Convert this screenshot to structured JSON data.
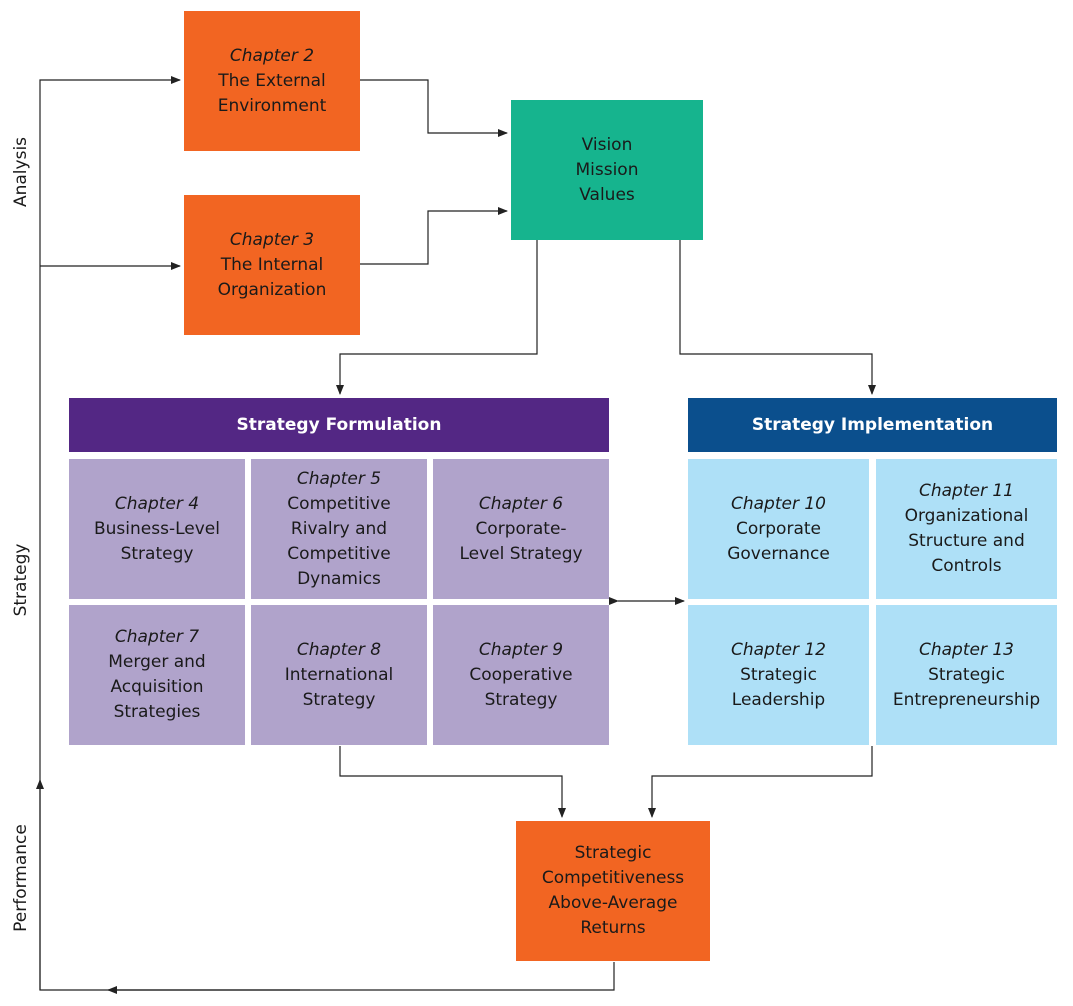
{
  "side_labels": {
    "analysis": "Analysis",
    "strategy": "Strategy",
    "performance": "Performance"
  },
  "analysis": {
    "external": {
      "chapter": "Chapter 2",
      "title": "The External Environment"
    },
    "internal": {
      "chapter": "Chapter 3",
      "title": "The Internal Organization"
    }
  },
  "vision": {
    "lines": [
      "Vision",
      "Mission",
      "Values"
    ]
  },
  "formulation": {
    "header": "Strategy Formulation",
    "chapters": [
      {
        "chapter": "Chapter 4",
        "title": "Business-Level Strategy"
      },
      {
        "chapter": "Chapter 5",
        "title": "Competitive Rivalry and Competitive Dynamics"
      },
      {
        "chapter": "Chapter 6",
        "title": "Corporate-Level Strategy"
      },
      {
        "chapter": "Chapter 7",
        "title": "Merger and Acquisition Strategies"
      },
      {
        "chapter": "Chapter 8",
        "title": "International Strategy"
      },
      {
        "chapter": "Chapter 9",
        "title": "Cooperative Strategy"
      }
    ]
  },
  "implementation": {
    "header": "Strategy Implementation",
    "chapters": [
      {
        "chapter": "Chapter 10",
        "title": "Corporate Governance"
      },
      {
        "chapter": "Chapter 11",
        "title": "Organizational Structure and Controls"
      },
      {
        "chapter": "Chapter 12",
        "title": "Strategic Leadership"
      },
      {
        "chapter": "Chapter 13",
        "title": "Strategic Entrepreneurship"
      }
    ]
  },
  "outcome": {
    "lines": [
      "Strategic",
      "Competitiveness",
      "Above-Average",
      "Returns"
    ]
  },
  "colors": {
    "orange": "#f26522",
    "teal": "#16b48e",
    "purple": "#532784",
    "lavender": "#b0a3cb",
    "navy": "#0b4f8d",
    "sky": "#aee0f7"
  }
}
